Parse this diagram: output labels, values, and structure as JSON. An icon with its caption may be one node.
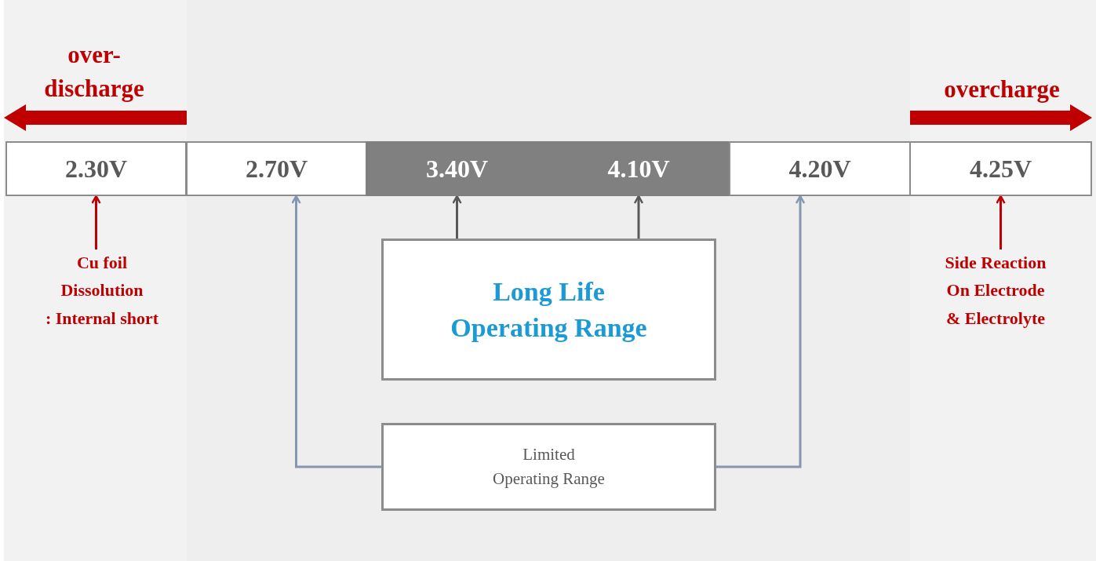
{
  "diagram": {
    "nodes": [
      {
        "text": [
          "2.30V"
        ]
      },
      {
        "text": [
          "2.70V"
        ]
      },
      {
        "text": [
          "3.40V"
        ]
      },
      {
        "text": [
          "4.10V"
        ]
      },
      {
        "text": [
          "4.20V"
        ]
      },
      {
        "text": [
          "4.25V"
        ]
      },
      {
        "text": [
          "Cu foil Dissolution : Internal short"
        ]
      },
      {
        "text": [
          "Long Life Operating Range"
        ]
      },
      {
        "text": [
          "Limited Operating Range"
        ]
      },
      {
        "text": [
          "Side Reaction On Electrode & Electrolyte"
        ]
      }
    ],
    "edges": [
      {
        "from": 6,
        "to": 0,
        "arrow": "to",
        "color": "#c00000"
      },
      {
        "from": 7,
        "to": 2,
        "arrow": "to",
        "color": "#595959"
      },
      {
        "from": 7,
        "to": 3,
        "arrow": "to",
        "color": "#595959"
      },
      {
        "from": 8,
        "to": 1,
        "arrow": "to",
        "color": "#8496b0"
      },
      {
        "from": 8,
        "to": 4,
        "arrow": "to",
        "color": "#8496b0"
      },
      {
        "from": 9,
        "to": 5,
        "arrow": "to",
        "color": "#c00000"
      }
    ],
    "labels": [
      "over- discharge",
      "overcharge"
    ]
  }
}
